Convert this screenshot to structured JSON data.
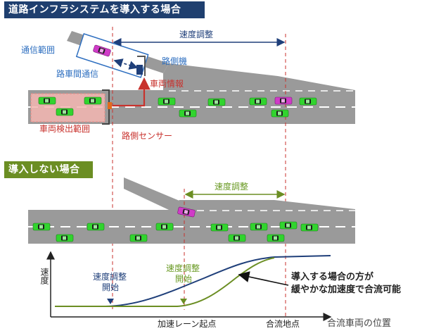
{
  "headers": {
    "with_system": "道路インフラシステムを導入する場合",
    "without_system": "導入しない場合"
  },
  "with_system": {
    "speed_adjust": "速度調整",
    "comm_range": "通信範囲",
    "v2i": "路車間通信",
    "roadside_unit": "路側機",
    "vehicle_info": "車両情報",
    "detect_range": "車両検出範囲",
    "roadside_sensor": "路側センサー"
  },
  "without_system": {
    "speed_adjust": "速度調整"
  },
  "graph": {
    "y_label": "速度",
    "x_label": "合流車両の位置",
    "adjust_start_with": [
      "速度調整",
      "開始"
    ],
    "adjust_start_without": [
      "速度調整",
      "開始"
    ],
    "lane_start": "加速レーン起点",
    "merge_point": "合流地点",
    "annotation": [
      "導入する場合の方が",
      "緩やかな加速度で合流可能"
    ]
  },
  "colors": {
    "navy": "#1f3f6f",
    "green": "#6b8e23",
    "red": "#c8322d",
    "blue": "#2e6fc0",
    "road": "#9a9a9a",
    "car": "#31d42e",
    "merge_car": "#d03bc8"
  }
}
